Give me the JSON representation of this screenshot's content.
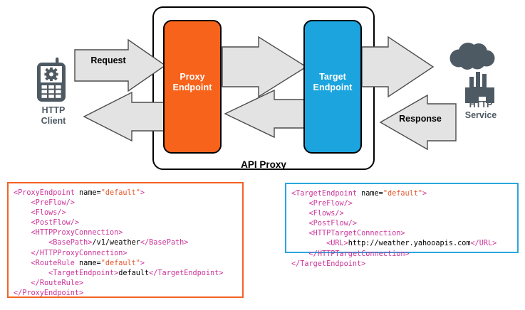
{
  "diagram": {
    "container_label": "API Proxy",
    "nodes": [
      {
        "name": "http-client",
        "label": "HTTP\nClient",
        "icon": "mobile-phone-gear-icon",
        "color": "#4e5a63"
      },
      {
        "name": "proxy-endpoint",
        "label": "Proxy\nEndpoint",
        "color": "#f8631c",
        "text_color": "#ffffff"
      },
      {
        "name": "target-endpoint",
        "label": "Target\nEndpoint",
        "color": "#1ba4de",
        "text_color": "#ffffff"
      },
      {
        "name": "http-service",
        "label": "HTTP\nService",
        "icon": "cloud-factory-icon",
        "color": "#4e5a63"
      }
    ],
    "arrows": [
      {
        "name": "request-arrow",
        "label": "Request",
        "direction": "right"
      },
      {
        "name": "proxy-to-target-arrow",
        "label": "",
        "direction": "right"
      },
      {
        "name": "target-to-service-arrow",
        "label": "",
        "direction": "right"
      },
      {
        "name": "service-to-target-arrow",
        "label": "Response",
        "direction": "left"
      },
      {
        "name": "target-to-proxy-arrow",
        "label": "",
        "direction": "left"
      },
      {
        "name": "proxy-to-client-arrow",
        "label": "",
        "direction": "left"
      }
    ],
    "colors": {
      "proxy_orange": "#f8631c",
      "target_blue": "#1ba4de",
      "arrow_fill": "#e3e3e3",
      "arrow_stroke": "#4d4d4d",
      "icon_gray": "#4e5a63",
      "container_stroke": "#000000"
    }
  },
  "code_blocks": [
    {
      "name": "proxy-endpoint-config",
      "border_color": "#f26322",
      "lines": [
        [
          {
            "t": "tag",
            "s": "<ProxyEndpoint "
          },
          {
            "t": "attr",
            "s": "name="
          },
          {
            "t": "val",
            "s": "\"default\""
          },
          {
            "t": "tag",
            "s": ">"
          }
        ],
        [
          {
            "t": "txt",
            "s": "    "
          },
          {
            "t": "tag",
            "s": "<PreFlow/>"
          }
        ],
        [
          {
            "t": "txt",
            "s": "    "
          },
          {
            "t": "tag",
            "s": "<Flows/>"
          }
        ],
        [
          {
            "t": "txt",
            "s": "    "
          },
          {
            "t": "tag",
            "s": "<PostFlow/>"
          }
        ],
        [
          {
            "t": "txt",
            "s": "    "
          },
          {
            "t": "tag",
            "s": "<HTTPProxyConnection>"
          }
        ],
        [
          {
            "t": "txt",
            "s": "        "
          },
          {
            "t": "tag",
            "s": "<BasePath>"
          },
          {
            "t": "txt",
            "s": "/v1/weather"
          },
          {
            "t": "tag",
            "s": "</BasePath>"
          }
        ],
        [
          {
            "t": "txt",
            "s": "    "
          },
          {
            "t": "tag",
            "s": "</HTTPProxyConnection>"
          }
        ],
        [
          {
            "t": "txt",
            "s": "    "
          },
          {
            "t": "tag",
            "s": "<RouteRule "
          },
          {
            "t": "attr",
            "s": "name="
          },
          {
            "t": "val",
            "s": "\"default\""
          },
          {
            "t": "tag",
            "s": ">"
          }
        ],
        [
          {
            "t": "txt",
            "s": "        "
          },
          {
            "t": "tag",
            "s": "<TargetEndpoint>"
          },
          {
            "t": "txt",
            "s": "default"
          },
          {
            "t": "tag",
            "s": "</TargetEndpoint>"
          }
        ],
        [
          {
            "t": "txt",
            "s": "    "
          },
          {
            "t": "tag",
            "s": "</RouteRule>"
          }
        ],
        [
          {
            "t": "tag",
            "s": "</ProxyEndpoint>"
          }
        ]
      ]
    },
    {
      "name": "target-endpoint-config",
      "border_color": "#2ba6dd",
      "lines": [
        [
          {
            "t": "tag",
            "s": "<TargetEndpoint "
          },
          {
            "t": "attr",
            "s": "name="
          },
          {
            "t": "val",
            "s": "\"default\""
          },
          {
            "t": "tag",
            "s": ">"
          }
        ],
        [
          {
            "t": "txt",
            "s": "    "
          },
          {
            "t": "tag",
            "s": "<PreFlow/>"
          }
        ],
        [
          {
            "t": "txt",
            "s": "    "
          },
          {
            "t": "tag",
            "s": "<Flows/>"
          }
        ],
        [
          {
            "t": "txt",
            "s": "    "
          },
          {
            "t": "tag",
            "s": "<PostFlow/>"
          }
        ],
        [
          {
            "t": "txt",
            "s": "    "
          },
          {
            "t": "tag",
            "s": "<HTTPTargetConnection>"
          }
        ],
        [
          {
            "t": "txt",
            "s": "        "
          },
          {
            "t": "tag",
            "s": "<URL>"
          },
          {
            "t": "txt",
            "s": "http://weather.yahooapis.com"
          },
          {
            "t": "tag",
            "s": "</URL>"
          }
        ],
        [
          {
            "t": "txt",
            "s": "    "
          },
          {
            "t": "tag",
            "s": "</HTTPTargetConnection>"
          }
        ],
        [
          {
            "t": "tag",
            "s": "</TargetEndpoint>"
          }
        ]
      ]
    }
  ]
}
